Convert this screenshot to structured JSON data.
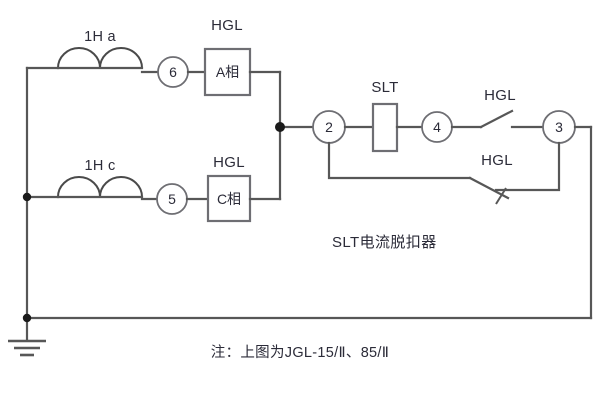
{
  "diagram": {
    "title_caption": "SLT电流脱扣器",
    "footer_note": "注：上图为JGL-15/Ⅱ、85/Ⅱ",
    "colors": {
      "wire": "#575757",
      "text": "#2b2b38",
      "box_stroke": "#6e6e73",
      "background": "#ffffff",
      "node": "#1a1a1a"
    },
    "coils": [
      {
        "label": "1H  a",
        "phase": "a"
      },
      {
        "label": "1H  c",
        "phase": "c"
      }
    ],
    "relay_labels": {
      "hgl_a": "HGL",
      "hgl_c": "HGL",
      "hgl_no": "HGL",
      "hgl_nc": "HGL",
      "slt": "SLT"
    },
    "boxes": [
      {
        "name": "phase-a-box",
        "text": "A相"
      },
      {
        "name": "phase-c-box",
        "text": "C相"
      },
      {
        "name": "slt-box",
        "text": ""
      }
    ],
    "terminals": [
      {
        "id": "6",
        "name": "terminal-6"
      },
      {
        "id": "5",
        "name": "terminal-5"
      },
      {
        "id": "2",
        "name": "terminal-2"
      },
      {
        "id": "4",
        "name": "terminal-4"
      },
      {
        "id": "3",
        "name": "terminal-3"
      }
    ],
    "switches": [
      {
        "name": "hgl-switch-normally-open",
        "label": "HGL",
        "type": "normally-open"
      },
      {
        "name": "hgl-switch-normally-closed",
        "label": "HGL",
        "type": "normally-closed"
      }
    ],
    "ground": {
      "name": "earth-ground-symbol"
    }
  }
}
